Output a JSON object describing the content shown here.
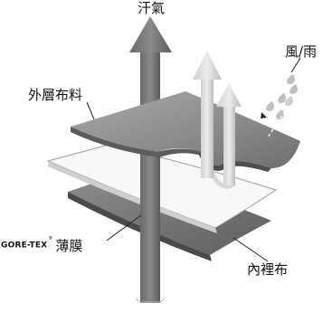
{
  "labels": {
    "sweat_vapor": "汗氣",
    "wind_rain": "風/雨",
    "outer_fabric": "外層布料",
    "membrane_brand": "GORE-TEX",
    "registered_mark": "®",
    "membrane": "薄膜",
    "inner_lining": "內裡布"
  }
}
